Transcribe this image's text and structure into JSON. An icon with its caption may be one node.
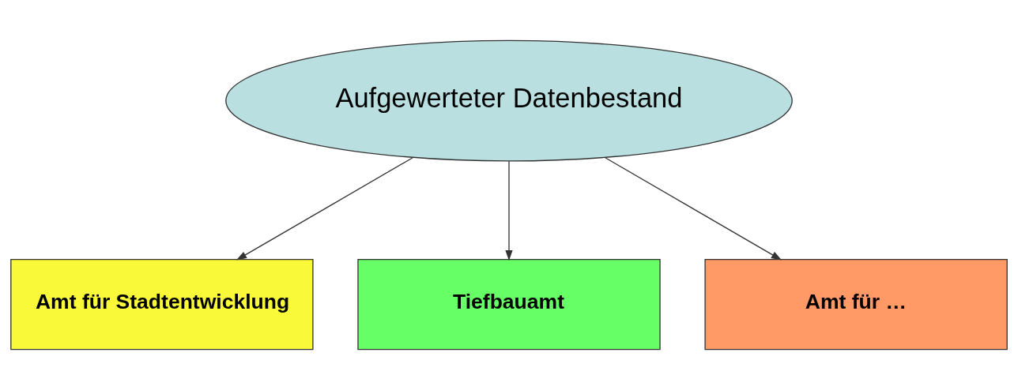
{
  "diagram": {
    "nodes": [
      {
        "text": [
          "Aufgewerteter Datenbestand"
        ]
      },
      {
        "text": [
          "Amt für Stadtentwicklung"
        ]
      },
      {
        "text": [
          "Tiefbauamt"
        ]
      },
      {
        "text": [
          "Amt für …"
        ]
      }
    ],
    "edges": [
      {
        "from": 0,
        "to": 1,
        "arrow": "to"
      },
      {
        "from": 0,
        "to": 2,
        "arrow": "to"
      },
      {
        "from": 0,
        "to": 3,
        "arrow": "to"
      }
    ]
  }
}
